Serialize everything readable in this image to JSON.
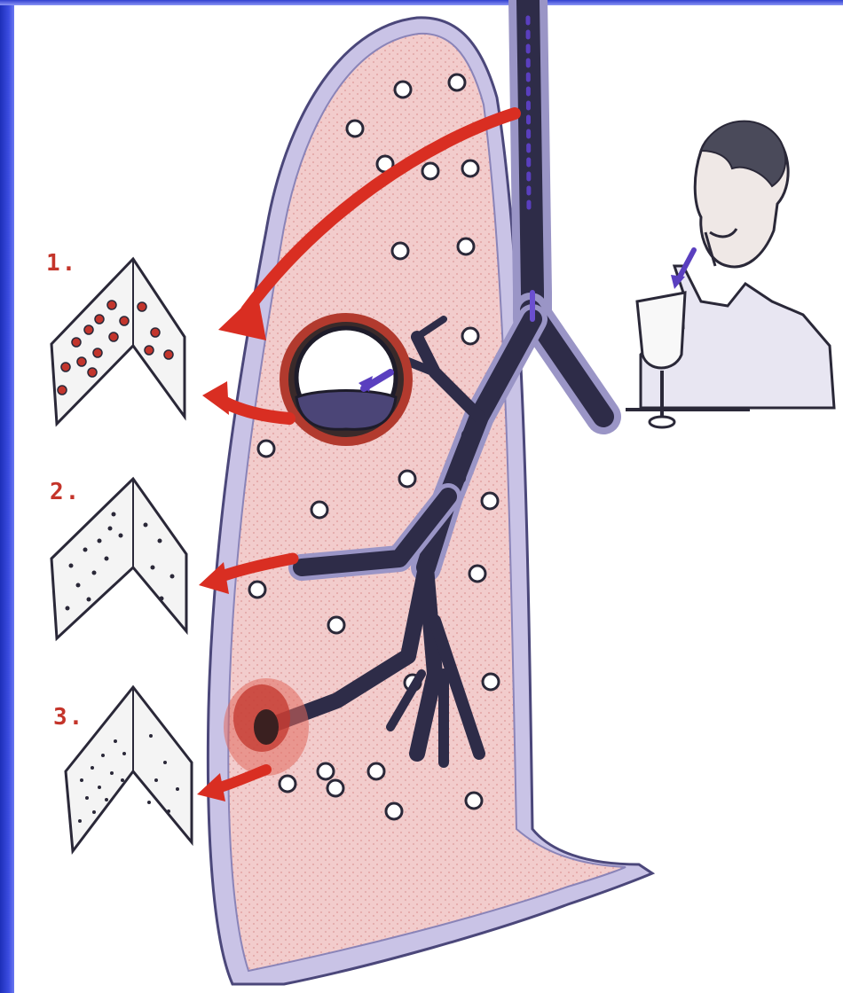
{
  "step_labels": [
    "1.",
    "2.",
    "3."
  ],
  "colors": {
    "frame_blue": "#2a3ad0",
    "lung_fill": "#f0c8c8",
    "pleura": "#b7b3d8",
    "bronchus": "#2e2c48",
    "arrow_red": "#d92e22",
    "sputum_blue": "#5a3fbf",
    "bacteria_red": "#c2352c"
  },
  "icons": {
    "person": "person-coughing-into-cup-icon",
    "slide": "microscope-slide-icon"
  }
}
